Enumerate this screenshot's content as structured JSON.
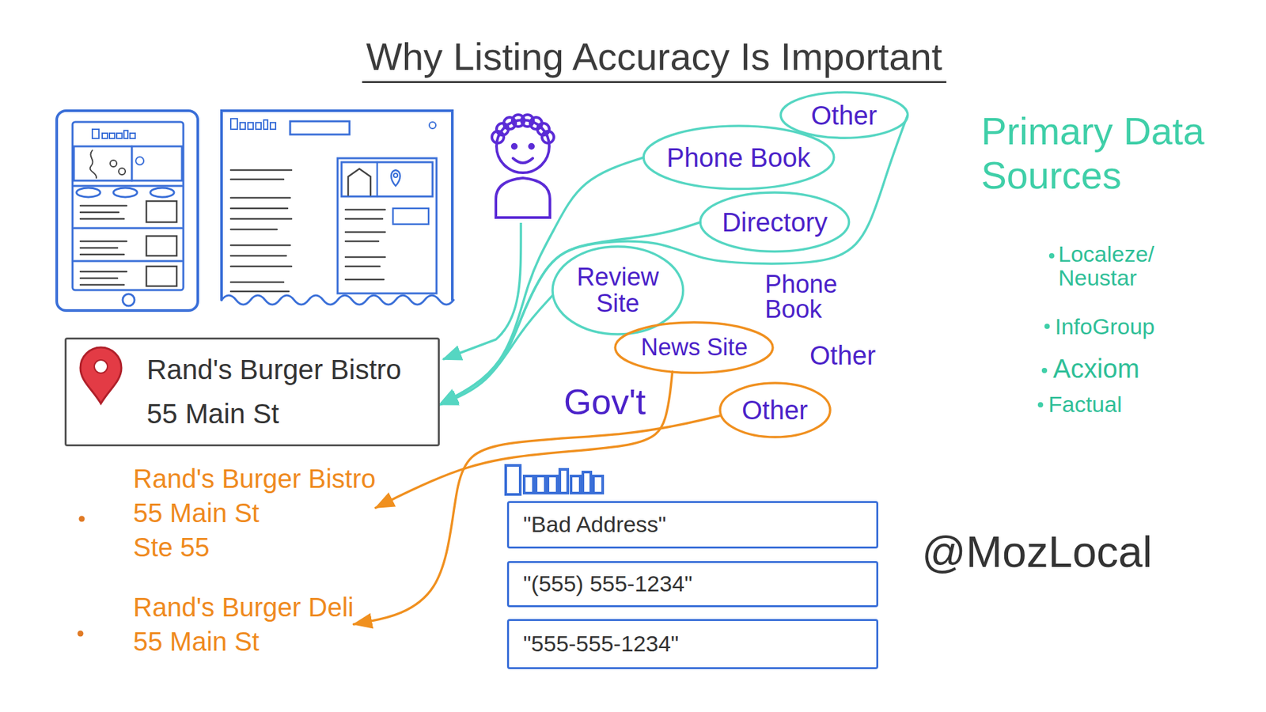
{
  "diagram": {
    "title": "Why Listing Accuracy Is Important",
    "nodes": [
      {
        "text": [
          "Other"
        ]
      },
      {
        "text": [
          "Phone Book"
        ]
      },
      {
        "text": [
          "Directory"
        ]
      },
      {
        "text": [
          "Review Site"
        ]
      },
      {
        "text": [
          "Rand's Burger Bistro",
          "55 Main St"
        ]
      },
      {
        "text": [
          "News Site"
        ]
      },
      {
        "text": [
          "Other"
        ]
      },
      {
        "text": [
          "Rand's Burger Bistro",
          "55 Main St Ste 55"
        ]
      },
      {
        "text": [
          "Rand's Burger Deli",
          "55 Main St"
        ]
      },
      {
        "text": [
          "\"Bad Address\""
        ]
      },
      {
        "text": [
          "\"(555) 555-1234\""
        ]
      },
      {
        "text": [
          "\"555-555-1234\""
        ]
      }
    ],
    "edges": [
      {
        "from": 1,
        "to": 4,
        "arrow": "to"
      },
      {
        "from": 3,
        "to": 4,
        "arrow": "to"
      },
      {
        "from": 2,
        "to": 4,
        "arrow": "to"
      },
      {
        "from": 0,
        "to": 4,
        "arrow": "to"
      },
      {
        "from": 5,
        "to": 7,
        "arrow": "to"
      },
      {
        "from": 6,
        "to": 8,
        "arrow": "to"
      }
    ],
    "labels": [
      "Phone Book",
      "Other",
      "Gov't",
      "Primary Data Sources",
      "Localeze/ Neustar",
      "InfoGroup",
      "Acxiom",
      "Factual",
      "@MozLocal"
    ]
  }
}
